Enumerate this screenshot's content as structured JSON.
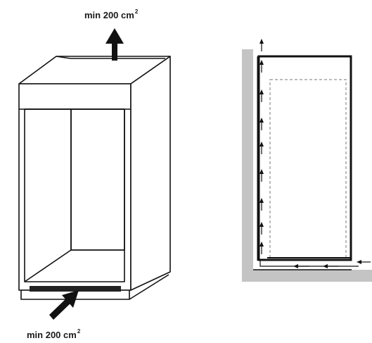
{
  "labels": {
    "top_text": "min 200 cm",
    "top_sup": "2",
    "bottom_text": "min 200 cm",
    "bottom_sup": "2"
  },
  "colors": {
    "line": "#111111",
    "wall": "#bdbdbd",
    "inner_dashed": "#777777"
  },
  "icons": {
    "top_arrow": "arrow-up-icon",
    "bottom_arrow": "arrow-diagonal-up-right-icon",
    "airflow": "airflow-arrow-icon"
  }
}
